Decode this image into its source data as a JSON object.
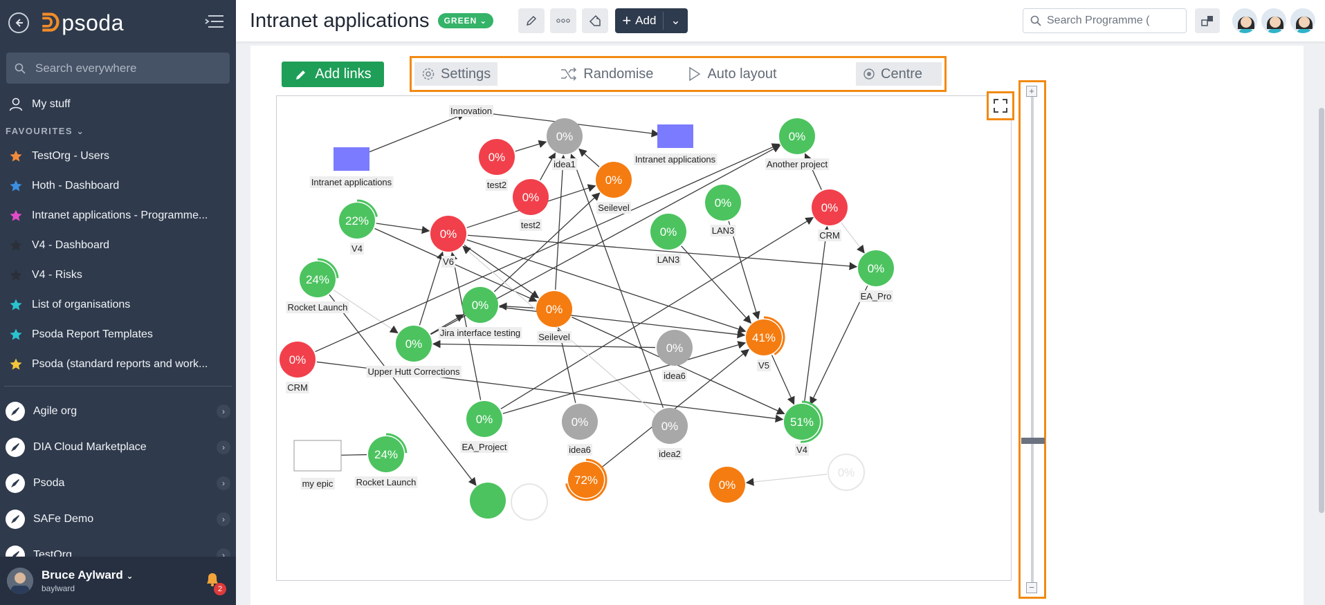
{
  "sidebar": {
    "logo_text": "psoda",
    "search_placeholder": "Search everywhere",
    "my_stuff": "My stuff",
    "favourites_label": "FAVOURITES",
    "favourites": [
      {
        "label": "TestOrg - Users",
        "color": "#f28a3c"
      },
      {
        "label": "Hoth - Dashboard",
        "color": "#3b8fe0"
      },
      {
        "label": "Intranet applications - Programme...",
        "color": "#e24bc8"
      },
      {
        "label": "V4 - Dashboard",
        "color": "#2b2f38"
      },
      {
        "label": "V4 - Risks",
        "color": "#2b2f38"
      },
      {
        "label": "List of organisations",
        "color": "#2bc3cf"
      },
      {
        "label": "Psoda Report Templates",
        "color": "#2bc3cf"
      },
      {
        "label": "Psoda (standard reports and work...",
        "color": "#f2c43a"
      }
    ],
    "organisations": [
      {
        "label": "Agile org"
      },
      {
        "label": "DIA Cloud Marketplace"
      },
      {
        "label": "Psoda"
      },
      {
        "label": "SAFe Demo"
      },
      {
        "label": "TestOrg"
      }
    ],
    "user": {
      "name": "Bruce Aylward",
      "handle": "baylward",
      "notifications": "2"
    }
  },
  "header": {
    "title": "Intranet applications",
    "status": "GREEN",
    "status_color": "#34b369",
    "add_label": "Add",
    "search_placeholder": "Search Programme (",
    "toolbar_icons": [
      "pencil-icon",
      "ellipsis-icon",
      "tag-icon"
    ]
  },
  "toolbar": {
    "add_links": "Add links",
    "settings": "Settings",
    "randomise": "Randomise",
    "auto_layout": "Auto layout",
    "centre": "Centre",
    "accent": "#f28a12"
  },
  "graph": {
    "colors": {
      "green": "#4cc35f",
      "red": "#f1404b",
      "orange": "#f57c10",
      "grey": "#a8a8a8"
    },
    "nodes": [
      {
        "id": "n_innov",
        "shape": "label",
        "label": "Innovation"
      },
      {
        "id": "n_ia1",
        "shape": "rect",
        "label": "Intranet applications"
      },
      {
        "id": "n_ia2",
        "shape": "rect",
        "label": "Intranet applications"
      },
      {
        "id": "n_idea1",
        "shape": "circle",
        "color": "grey",
        "value": "0%",
        "label": "idea1"
      },
      {
        "id": "n_test2a",
        "shape": "circle",
        "color": "red",
        "value": "0%",
        "label": "test2"
      },
      {
        "id": "n_test2b",
        "shape": "circle",
        "color": "red",
        "value": "0%",
        "label": "test2"
      },
      {
        "id": "n_seilevel1",
        "shape": "circle",
        "color": "orange",
        "value": "0%",
        "label": "Seilevel"
      },
      {
        "id": "n_another",
        "shape": "circle",
        "color": "green",
        "value": "0%",
        "label": "Another project"
      },
      {
        "id": "n_v4a",
        "shape": "circle",
        "color": "green",
        "value": "22%",
        "label": "V4",
        "progress": 22
      },
      {
        "id": "n_v6",
        "shape": "circle",
        "color": "red",
        "value": "0%",
        "label": "V6"
      },
      {
        "id": "n_lan3a",
        "shape": "circle",
        "color": "green",
        "value": "0%",
        "label": "LAN3"
      },
      {
        "id": "n_lan3b",
        "shape": "circle",
        "color": "green",
        "value": "0%",
        "label": "LAN3"
      },
      {
        "id": "n_crm1",
        "shape": "circle",
        "color": "red",
        "value": "0%",
        "label": "CRM"
      },
      {
        "id": "n_eapro",
        "shape": "circle",
        "color": "green",
        "value": "0%",
        "label": "EA_Pro"
      },
      {
        "id": "n_rocket1",
        "shape": "circle",
        "color": "green",
        "value": "24%",
        "label": "Rocket Launch",
        "progress": 24
      },
      {
        "id": "n_jira",
        "shape": "circle",
        "color": "green",
        "value": "0%",
        "label": "Jira interface testing"
      },
      {
        "id": "n_seilevel2",
        "shape": "circle",
        "color": "orange",
        "value": "0%",
        "label": "Seilevel"
      },
      {
        "id": "n_uhc",
        "shape": "circle",
        "color": "green",
        "value": "0%",
        "label": "Upper Hutt Corrections"
      },
      {
        "id": "n_idea6a",
        "shape": "circle",
        "color": "grey",
        "value": "0%",
        "label": "idea6"
      },
      {
        "id": "n_v5",
        "shape": "circle",
        "color": "orange",
        "value": "41%",
        "label": "V5",
        "progress": 41
      },
      {
        "id": "n_crm2",
        "shape": "circle",
        "color": "red",
        "value": "0%",
        "label": "CRM"
      },
      {
        "id": "n_eaproj",
        "shape": "circle",
        "color": "green",
        "value": "0%",
        "label": "EA_Project"
      },
      {
        "id": "n_idea6b",
        "shape": "circle",
        "color": "grey",
        "value": "0%",
        "label": "idea6"
      },
      {
        "id": "n_idea2",
        "shape": "circle",
        "color": "grey",
        "value": "0%",
        "label": "idea2"
      },
      {
        "id": "n_v4b",
        "shape": "circle",
        "color": "green",
        "value": "51%",
        "label": "V4",
        "progress": 51
      },
      {
        "id": "n_myepic",
        "shape": "box",
        "label": "my epic"
      },
      {
        "id": "n_rocket2",
        "shape": "circle",
        "color": "green",
        "value": "24%",
        "label": "Rocket Launch",
        "progress": 24
      },
      {
        "id": "n_72",
        "shape": "circle",
        "color": "orange",
        "value": "72%",
        "label": "",
        "progress": 72
      },
      {
        "id": "n_bottom_o",
        "shape": "circle",
        "color": "orange",
        "value": "0%",
        "label": ""
      },
      {
        "id": "n_faded",
        "shape": "circle",
        "color": "faded",
        "value": "0%",
        "label": ""
      },
      {
        "id": "n_bottom_g",
        "shape": "circle",
        "color": "green",
        "value": "",
        "label": ""
      },
      {
        "id": "n_bottom_w",
        "shape": "circle",
        "color": "faded",
        "value": "",
        "label": ""
      }
    ],
    "edges": [
      [
        "n_ia1",
        "n_innov"
      ],
      [
        "n_innov",
        "n_ia2"
      ],
      [
        "n_test2a",
        "n_idea1"
      ],
      [
        "n_test2b",
        "n_idea1"
      ],
      [
        "n_seilevel1",
        "n_idea1"
      ],
      [
        "n_v6",
        "n_seilevel1"
      ],
      [
        "n_v4a",
        "n_v6"
      ],
      [
        "n_v4a",
        "n_seilevel2"
      ],
      [
        "n_v6",
        "n_eapro"
      ],
      [
        "n_v6",
        "n_seilevel2"
      ],
      [
        "n_rocket1",
        "n_uhc"
      ],
      [
        "n_uhc",
        "n_v6"
      ],
      [
        "n_uhc",
        "n_jira"
      ],
      [
        "n_jira",
        "n_seilevel1"
      ],
      [
        "n_seilevel2",
        "n_jira"
      ],
      [
        "n_seilevel2",
        "n_idea1"
      ],
      [
        "n_seilevel2",
        "n_v4b"
      ],
      [
        "n_v6",
        "n_v5"
      ],
      [
        "n_lan3b",
        "n_v5"
      ],
      [
        "n_lan3a",
        "n_v5"
      ],
      [
        "n_crm1",
        "n_another"
      ],
      [
        "n_crm1",
        "n_eapro"
      ],
      [
        "n_v5",
        "n_v4b"
      ],
      [
        "n_v4b",
        "n_crm1"
      ],
      [
        "n_eapro",
        "n_v4b"
      ],
      [
        "n_crm2",
        "n_v4b"
      ],
      [
        "n_crm2",
        "n_another"
      ],
      [
        "n_eaproj",
        "n_crm1"
      ],
      [
        "n_eaproj",
        "n_v6"
      ],
      [
        "n_72",
        "n_v5"
      ],
      [
        "n_idea6b",
        "n_seilevel2"
      ],
      [
        "n_idea2",
        "n_idea1"
      ],
      [
        "n_idea2",
        "n_v6"
      ],
      [
        "n_rocket2",
        "n_myepic"
      ],
      [
        "n_rocket1",
        "n_bottom_g"
      ],
      [
        "n_eaproj",
        "n_v5"
      ],
      [
        "n_uhc",
        "n_another"
      ],
      [
        "n_faded",
        "n_bottom_o"
      ],
      [
        "n_idea6a",
        "n_uhc"
      ],
      [
        "n_jira",
        "n_v5"
      ]
    ]
  }
}
